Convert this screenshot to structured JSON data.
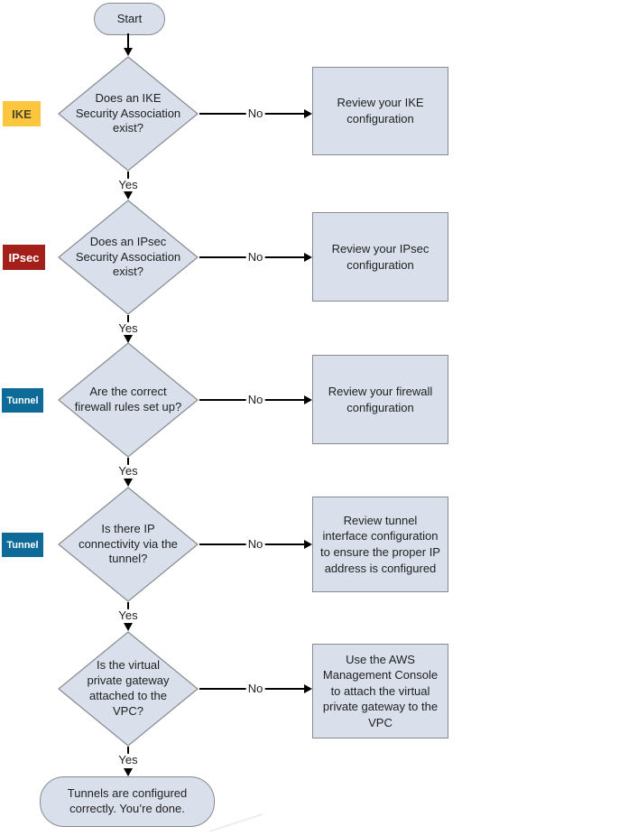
{
  "colors": {
    "background": "#ffffff",
    "shape_fill": "#d9dfeb",
    "shape_border": "#878a8f",
    "line": "#000000",
    "text": "#1f1f1f",
    "tag_ike_bg": "#fcc63e",
    "tag_ike_text": "#4b432a",
    "tag_ipsec_bg": "#a3201a",
    "tag_tunnel_bg": "#0e6b98",
    "tag_light_text": "#ffffff",
    "artifact": "#e9edf4"
  },
  "start": {
    "label": "Start"
  },
  "end": {
    "label": "Tunnels are configured\ncorrectly. You’re done."
  },
  "decisions": [
    {
      "tag": "IKE",
      "question": "Does an IKE\nSecurity Association\nexist?",
      "no_label": "No",
      "yes_label": "Yes",
      "action": "Review your IKE\nconfiguration"
    },
    {
      "tag": "IPsec",
      "question": "Does an IPsec\nSecurity Association\nexist?",
      "no_label": "No",
      "yes_label": "Yes",
      "action": "Review your IPsec\nconfiguration"
    },
    {
      "tag": "Tunnel",
      "question": "Are the correct\nfirewall rules set up?",
      "no_label": "No",
      "yes_label": "Yes",
      "action": "Review your firewall\nconfiguration"
    },
    {
      "tag": "Tunnel",
      "question": "Is there IP\nconnectivity via the\ntunnel?",
      "no_label": "No",
      "yes_label": "Yes",
      "action": "Review tunnel\ninterface configuration\nto ensure the proper IP\naddress is configured"
    },
    {
      "tag": "",
      "question": "Is the virtual\nprivate gateway\nattached to the\nVPC?",
      "no_label": "No",
      "yes_label": "Yes",
      "action": "Use the AWS\nManagement Console\nto attach the virtual\nprivate gateway to the\nVPC"
    }
  ]
}
